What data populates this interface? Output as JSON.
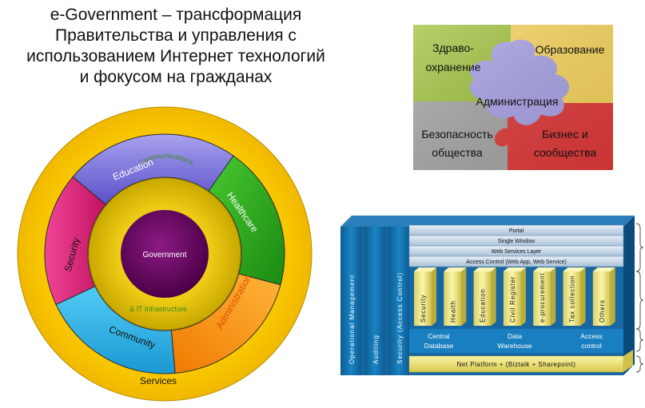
{
  "title": {
    "lines": [
      "e-Government – трансформация",
      "Правительства и управления с",
      "использованием Интернет технологий",
      "и фокусом на гражданах"
    ]
  },
  "wheel": {
    "center": "Government",
    "inner_ring": {
      "top": "Communications",
      "bottom": "& IT  Infrastructure"
    },
    "segments": {
      "education": "Education",
      "healthcare": "Healthcare",
      "administration": "Administration",
      "community": "Community",
      "security": "Security"
    },
    "outer": "Services",
    "colors": {
      "outer": "#f7c800",
      "education": "#7f73d9",
      "healthcare": "#29a81f",
      "administration": "#ff9a10",
      "community": "#27b6ea",
      "security": "#e0267c",
      "center": "#6d0b66"
    }
  },
  "puzzle": {
    "health": "Здраво-\nохранение",
    "education": "Образование",
    "administration": "Администрация",
    "security": "Безопасность\nобщества",
    "business": "Бизнес и\nсообщества",
    "colors": {
      "health": "#9cc23a",
      "education": "#f8d85a",
      "administration": "#a7a0e6",
      "security": "#a9a9a9",
      "business": "#e43b3b"
    }
  },
  "architecture": {
    "vertical": [
      "Operational Management",
      "Auditing",
      "Security (Access Control)"
    ],
    "layers": [
      "Portal",
      "Single Window",
      "Web Services  Layer",
      "Access  Control (Web App, Web Service)"
    ],
    "modules": [
      "Security",
      "Health",
      "Education",
      "Civil Register",
      "e-procurement",
      "Tax collection",
      "Others"
    ],
    "data": [
      "Central\nDatabase",
      "Data\nWarehouse",
      "Access\ncontrol"
    ],
    "platform": "Net Platform + (Biztalk + Sharepoint)"
  }
}
